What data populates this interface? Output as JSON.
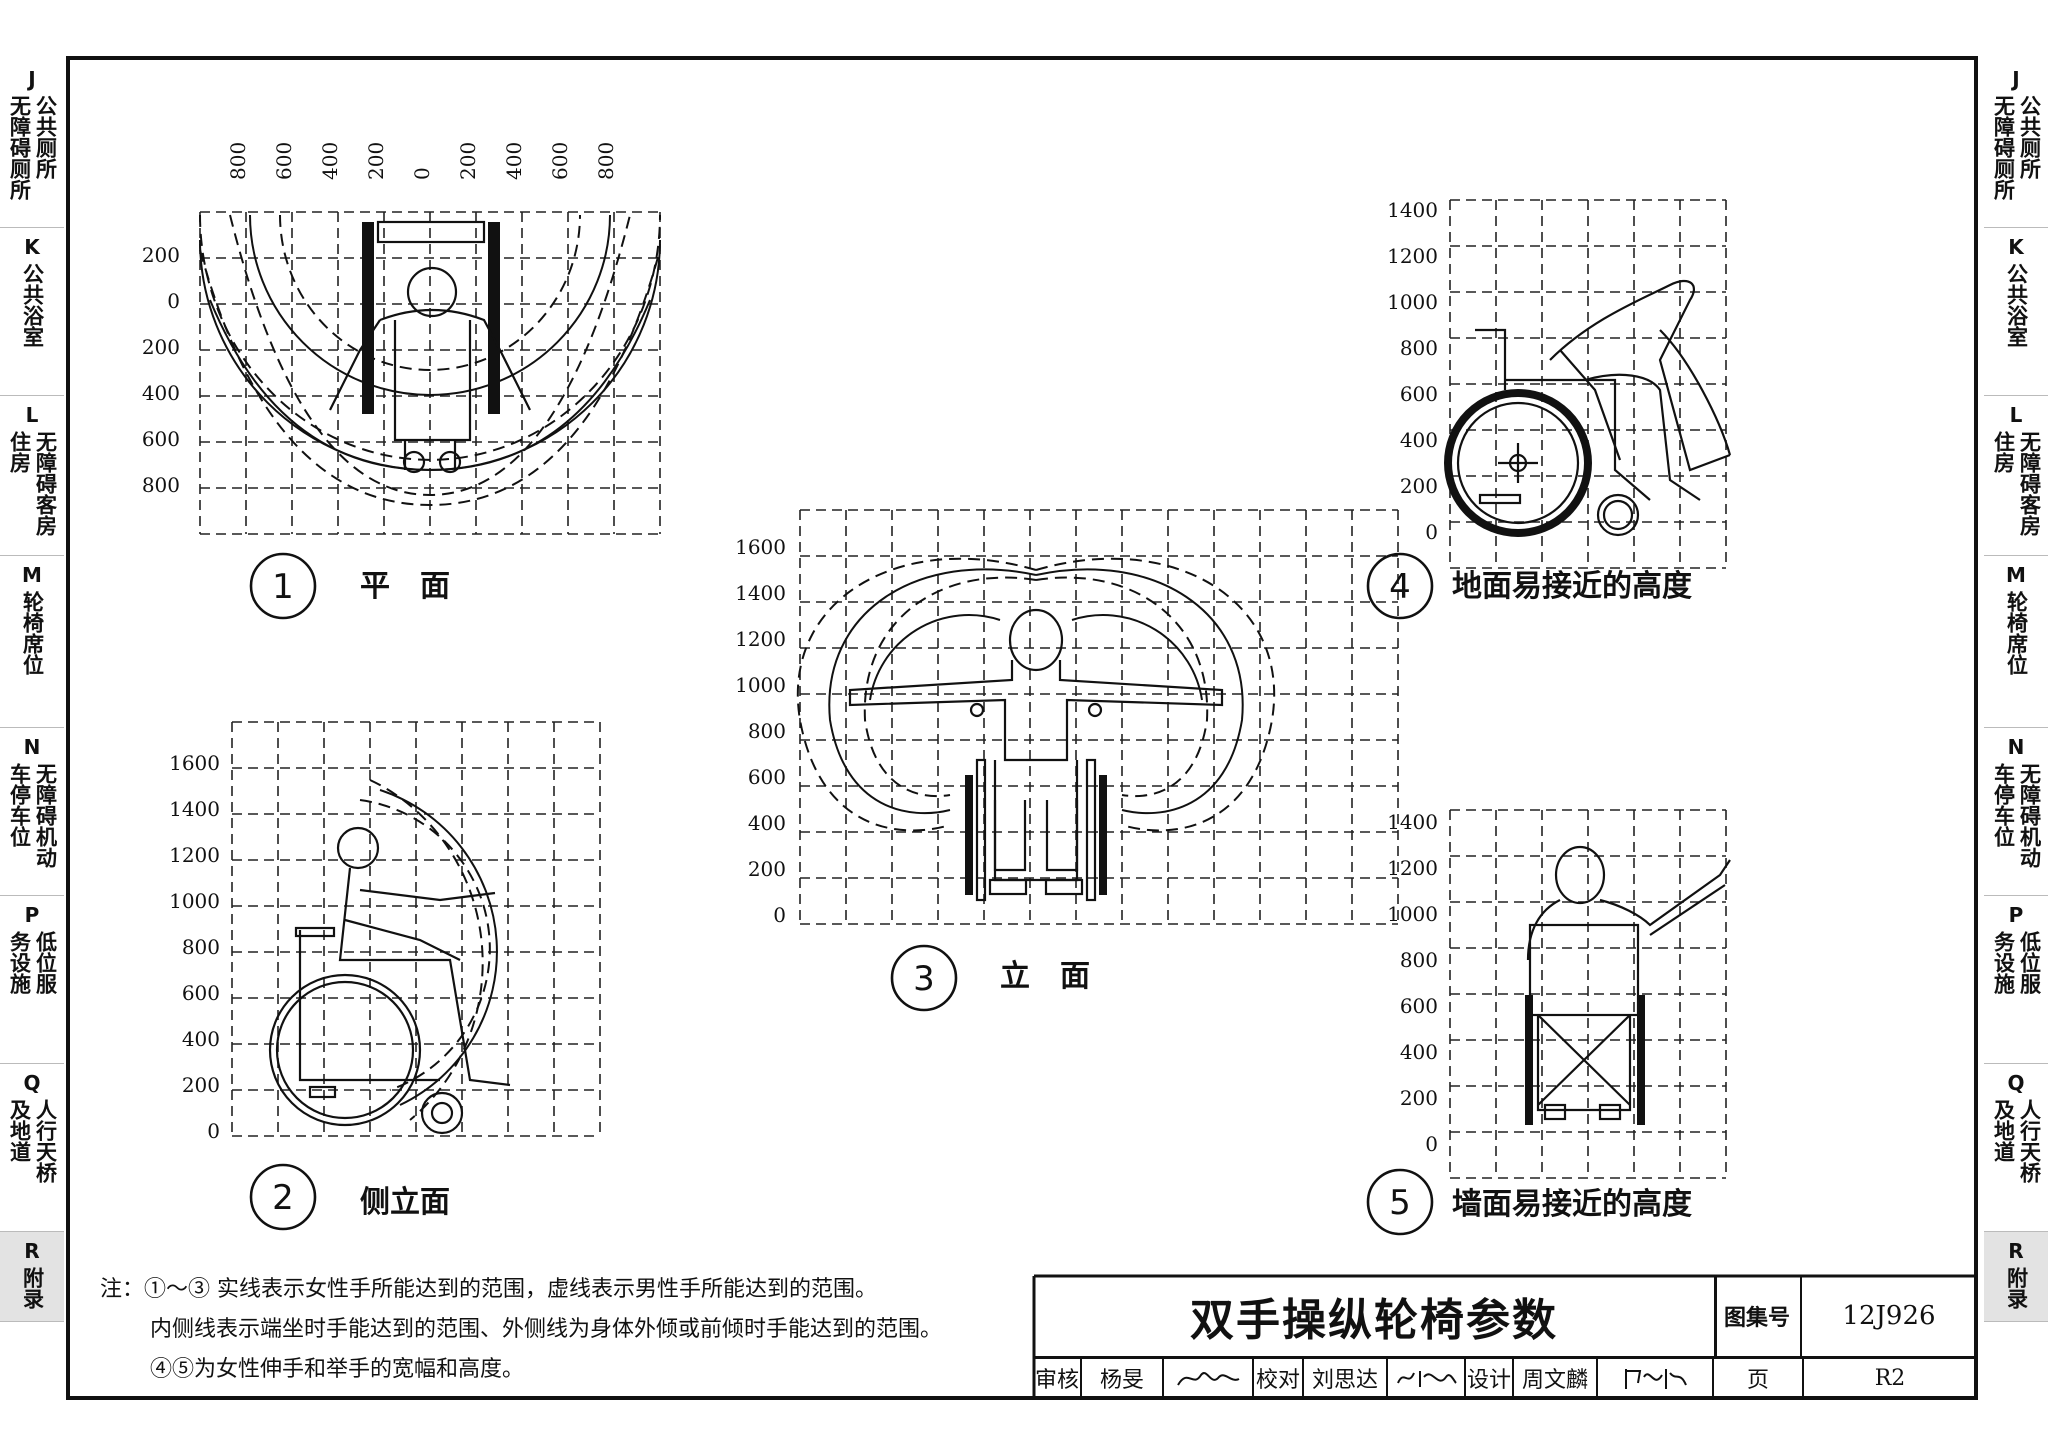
{
  "side_tabs": [
    {
      "letter": "J",
      "cols": [
        "无障碍厕所",
        "公共厕所"
      ],
      "height": 168
    },
    {
      "letter": "K",
      "cols": [
        "公共浴室"
      ],
      "height": 168
    },
    {
      "letter": "L",
      "cols": [
        "住房",
        "无障碍客房"
      ],
      "height": 160
    },
    {
      "letter": "M",
      "cols": [
        "轮椅席位"
      ],
      "height": 172
    },
    {
      "letter": "N",
      "cols": [
        "车停车位",
        "无障碍机动"
      ],
      "height": 168
    },
    {
      "letter": "P",
      "cols": [
        "务设施",
        "低位服"
      ],
      "height": 168
    },
    {
      "letter": "Q",
      "cols": [
        "及地道",
        "人行天桥"
      ],
      "height": 168
    },
    {
      "letter": "R",
      "cols": [
        "附录"
      ],
      "height": 90,
      "active": true
    }
  ],
  "figures": {
    "fig1": {
      "num": "1",
      "title": "平　面",
      "top_ticks": [
        "800",
        "600",
        "400",
        "200",
        "0",
        "200",
        "400",
        "600",
        "800"
      ],
      "left_ticks": [
        "200",
        "0",
        "200",
        "400",
        "600",
        "800"
      ]
    },
    "fig2": {
      "num": "2",
      "title": "侧立面",
      "ticks": [
        "1600",
        "1400",
        "1200",
        "1000",
        "800",
        "600",
        "400",
        "200",
        "0"
      ]
    },
    "fig3": {
      "num": "3",
      "title": "立　面",
      "ticks": [
        "1600",
        "1400",
        "1200",
        "1000",
        "800",
        "600",
        "400",
        "200",
        "0"
      ]
    },
    "fig4": {
      "num": "4",
      "title": "地面易接近的高度",
      "ticks": [
        "1400",
        "1200",
        "1000",
        "800",
        "600",
        "400",
        "200",
        "0"
      ]
    },
    "fig5": {
      "num": "5",
      "title": "墙面易接近的高度",
      "ticks": [
        "1400",
        "1200",
        "1000",
        "800",
        "600",
        "400",
        "200",
        "0"
      ]
    }
  },
  "notes": {
    "line1": "注：①～③ 实线表示女性手所能达到的范围，虚线表示男性手所能达到的范围。",
    "line2": "内侧线表示端坐时手能达到的范围、外侧线为身体外倾或前倾时手能达到的范围。",
    "line3": "④⑤为女性伸手和举手的宽幅和高度。"
  },
  "title_block": {
    "drawing_title": "双手操纵轮椅参数",
    "atlas_label": "图集号",
    "atlas_no": "12J926",
    "review_label": "审核",
    "reviewer": "杨旻",
    "check_label": "校对",
    "checker": "刘思达",
    "design_label": "设计",
    "designer": "周文麟",
    "page_label": "页",
    "page_no": "R2"
  }
}
